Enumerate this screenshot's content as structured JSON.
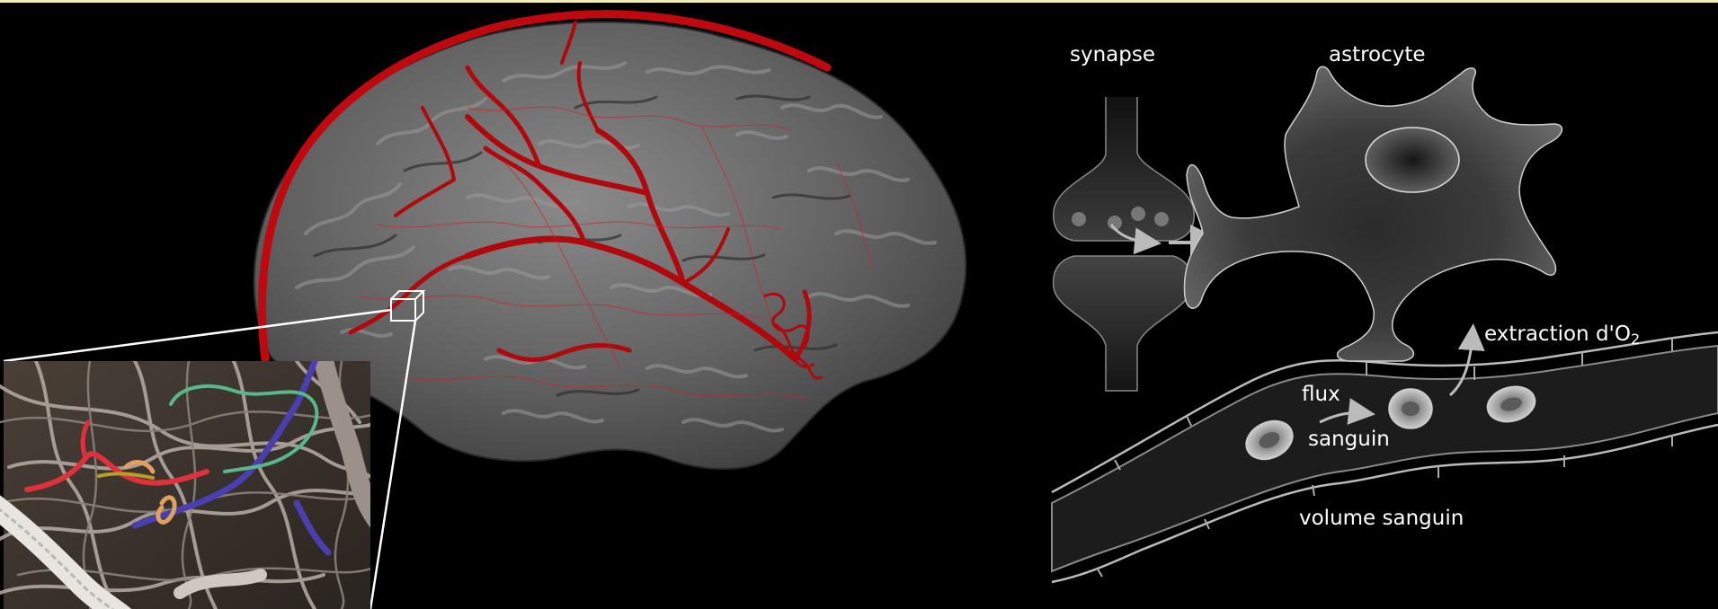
{
  "labels": {
    "synapse": "synapse",
    "astrocyte": "astrocyte",
    "oxygen_extraction_prefix": "extraction d'O",
    "oxygen_extraction_subscript": "2",
    "flow_line1": "flux",
    "flow_line2": "sanguin",
    "blood_volume": "volume sanguin"
  },
  "colors": {
    "background": "#000000",
    "top_rule": "#f3edb8",
    "vessel_red": "#c0090f",
    "brain_gray": "#6a6a6a",
    "astrocyte_gray": "#4a4a4a",
    "label_white": "#ffffff"
  },
  "icons": {
    "zoom_cube": "cube-icon",
    "flow_arrow": "curved-arrow-icon",
    "uptake_arrow": "curved-arrow-icon"
  }
}
